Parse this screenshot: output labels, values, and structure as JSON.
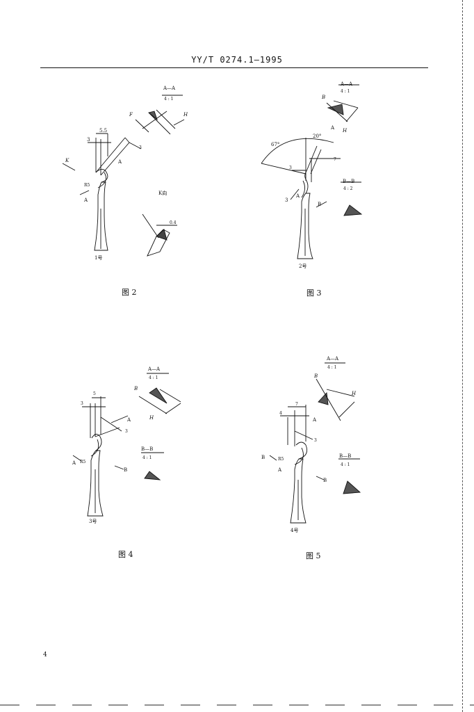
{
  "header": {
    "standard_number": "YY/T 0274.1—1995"
  },
  "page_number": "4",
  "figures": {
    "fig2": {
      "caption": "图 2",
      "size_label": "1号",
      "section_title": "A—A",
      "section_scale": "4 : 1",
      "view_label": "K向",
      "dims": {
        "d55": "5.5",
        "d3": "3",
        "d3b": "3",
        "r5": "R5",
        "d04": "0.4"
      },
      "labels": {
        "K": "K",
        "A1": "A",
        "A2": "A",
        "F": "F",
        "H": "H"
      }
    },
    "fig3": {
      "caption": "图 3",
      "size_label": "2号",
      "section_a_title": "A—A",
      "section_a_scale": "4 : 1",
      "section_b_title": "B—B",
      "section_b_scale": "4 : 2",
      "dims": {
        "angle67": "67°",
        "angle20": "20°",
        "d7": "7",
        "d3": "3"
      },
      "labels": {
        "B1": "B",
        "A1": "A",
        "H": "H",
        "A2": "A",
        "B2": "B",
        "n3": "3"
      }
    },
    "fig4": {
      "caption": "图 4",
      "size_label": "3号",
      "section_a_title": "A—A",
      "section_a_scale": "4 : 1",
      "section_b_title": "B—B",
      "section_b_scale": "4 : 1",
      "dims": {
        "d5": "5",
        "d3": "3",
        "d3b": "3",
        "r5": "R5"
      },
      "labels": {
        "B1": "B",
        "H": "H",
        "A1": "A",
        "A2": "A",
        "B2": "B"
      }
    },
    "fig5": {
      "caption": "图 5",
      "size_label": "4号",
      "section_a_title": "A—A",
      "section_a_scale": "4 : 1",
      "section_b_title": "B—B",
      "section_b_scale": "4 : 1",
      "dims": {
        "d7": "7",
        "d4": "4",
        "d3": "3",
        "r5": "R5"
      },
      "labels": {
        "B1": "B",
        "H": "H",
        "A1": "A",
        "B2": "B",
        "A2": "A",
        "B3": "B"
      }
    }
  }
}
